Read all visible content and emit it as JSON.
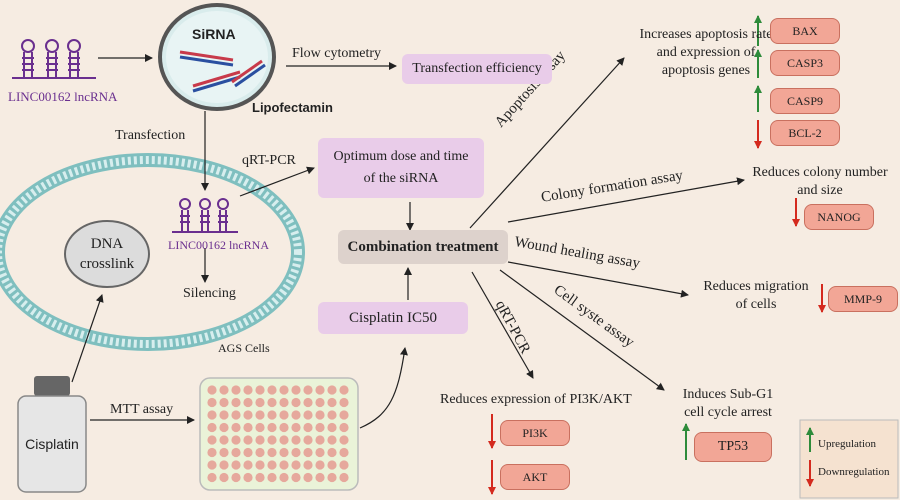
{
  "labels": {
    "lnc_top": "LINC00162 lncRNA",
    "sirna": "SiRNA",
    "lipofectamin": "Lipofectamin",
    "flow_cytometry": "Flow cytometry",
    "transfection": "Transfection",
    "qrtpcr_top": "qRT-PCR",
    "lnc_mid": "LINC00162 lncRNA",
    "silencing": "Silencing",
    "dna_line1": "DNA",
    "dna_line2": "crosslink",
    "ags_cells": "AGS Cells",
    "cisplatin": "Cisplatin",
    "mtt_assay": "MTT assay",
    "apoptosis_assay": "Apoptosis assay",
    "colony_assay": "Colony formation assay",
    "wound_assay": "Wound healing assay",
    "cell_cycle_assay": "Cell syste assay",
    "qrtpcr_bottom": "qRT-PCR"
  },
  "boxes": {
    "transfection_efficiency": "Transfection efficiency",
    "optimum_line1": "Optimum dose and time",
    "optimum_line2": "of the siRNA",
    "combination": "Combination treatment",
    "cisplatin_ic50": "Cisplatin IC50"
  },
  "outcomes": {
    "apoptosis_1": "Increases apoptosis rate",
    "apoptosis_2": "and expression of",
    "apoptosis_3": "apoptosis genes",
    "colony_1": "Reduces colony number",
    "colony_2": "and size",
    "migration_1": "Reduces migration",
    "migration_2": "of cells",
    "cycle_1": "Induces Sub-G1",
    "cycle_2": "cell cycle arrest",
    "pi3k": "Reduces expression of PI3K/AKT"
  },
  "genes": [
    {
      "name": "BAX",
      "direction": "up"
    },
    {
      "name": "CASP3",
      "direction": "up"
    },
    {
      "name": "CASP9",
      "direction": "up"
    },
    {
      "name": "BCL-2",
      "direction": "down"
    },
    {
      "name": "NANOG",
      "direction": "down"
    },
    {
      "name": "MMP-9",
      "direction": "down"
    },
    {
      "name": "PI3K",
      "direction": "down"
    },
    {
      "name": "AKT",
      "direction": "down"
    },
    {
      "name": "TP53",
      "direction": "up"
    }
  ],
  "legend": {
    "up": "Upregulation",
    "down": "Downregulation"
  },
  "colors": {
    "background": "#f6ece2",
    "box": "#e9cce9",
    "combination_box": "#ddd2cc",
    "gene_fill": "#f2a696",
    "up_arrow": "#2e8b3a",
    "down_arrow": "#d42a1e",
    "rna_purple": "#6a2f8f",
    "membrane": "#7fbfbf",
    "well": "#e6a89c"
  }
}
